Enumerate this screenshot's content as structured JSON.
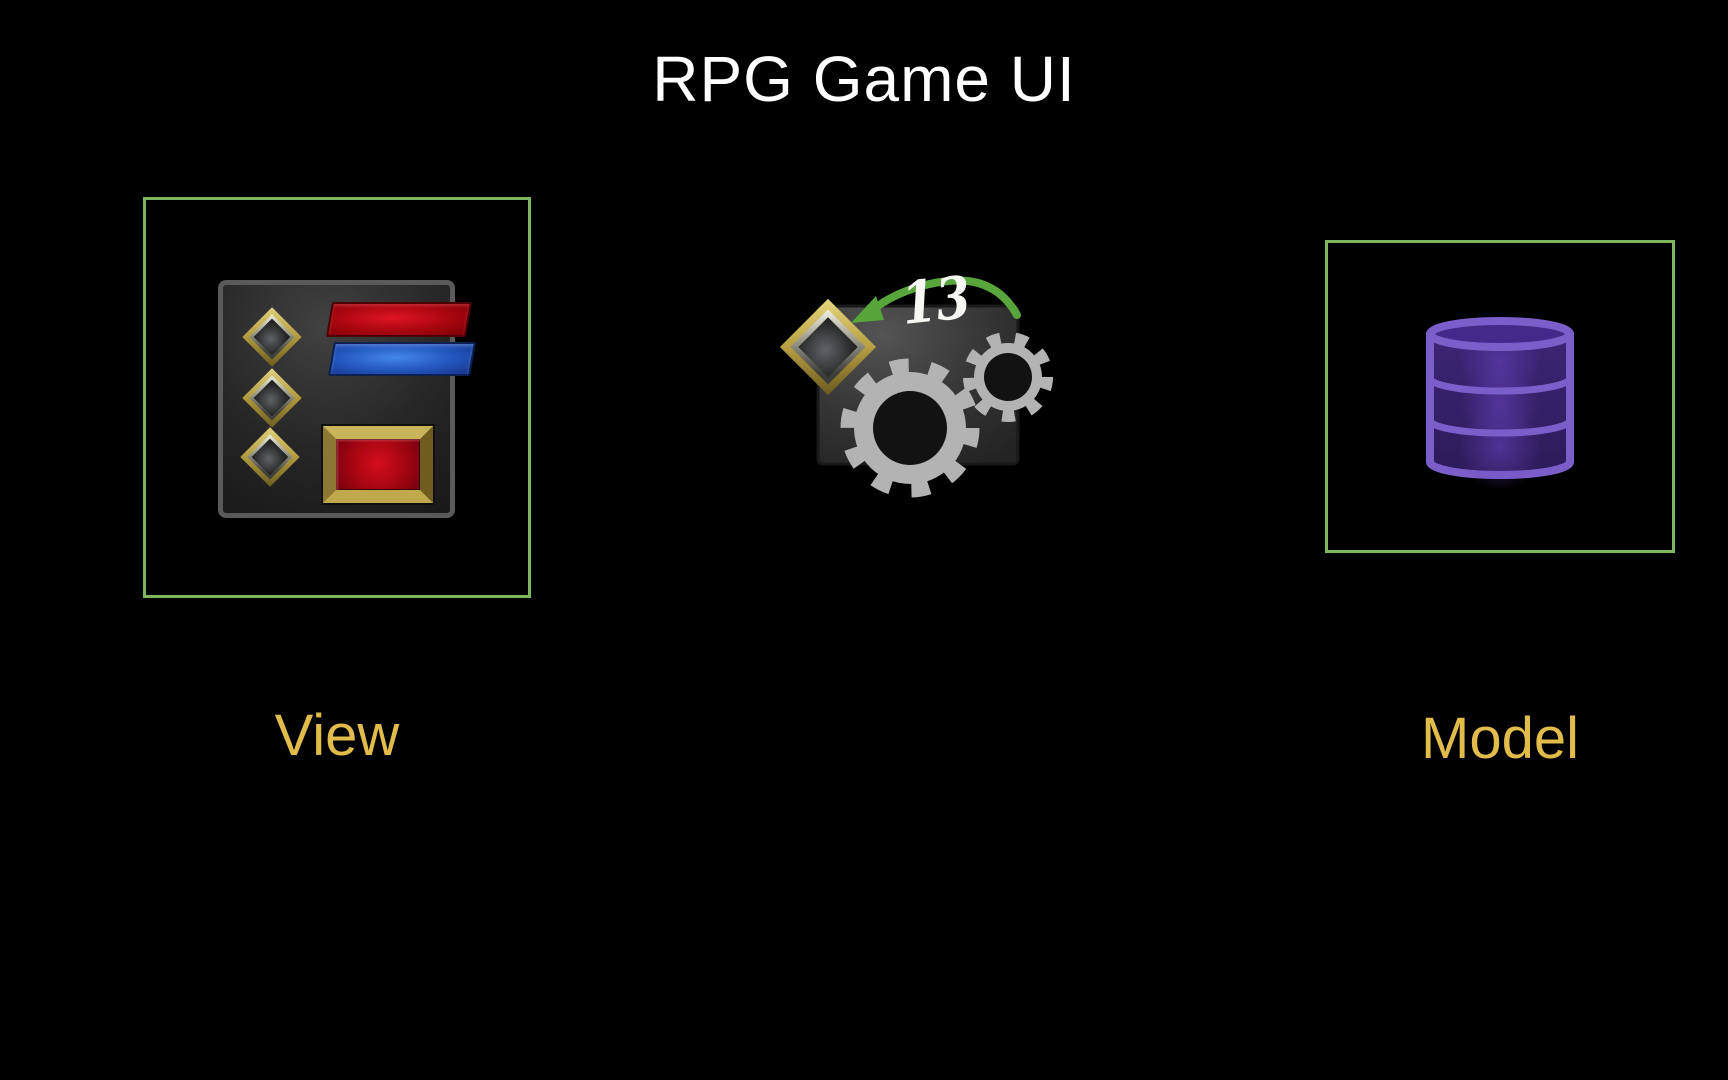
{
  "title": "RPG Game UI",
  "nodes": {
    "view": {
      "label": "View",
      "icon": "rpg-ui-panel-icon"
    },
    "controller": {
      "icon": "gears-icon",
      "badge": "13",
      "arrow_icon": "curved-arrow-left-icon",
      "gem_icon": "diamond-gem-icon"
    },
    "model": {
      "label": "Model",
      "icon": "database-icon"
    }
  },
  "colors": {
    "background": "#000000",
    "node_border_green": "#7cb75c",
    "label_gold": "#e2bc4a",
    "title_white": "#ffffff",
    "gear_gray": "#b3b3b3",
    "arrow_green": "#58a53c",
    "database_purple": "#7a5ec9",
    "bar_red": "#c00a12",
    "bar_blue": "#3c7de0",
    "gem_gold": "#b19a3e"
  }
}
